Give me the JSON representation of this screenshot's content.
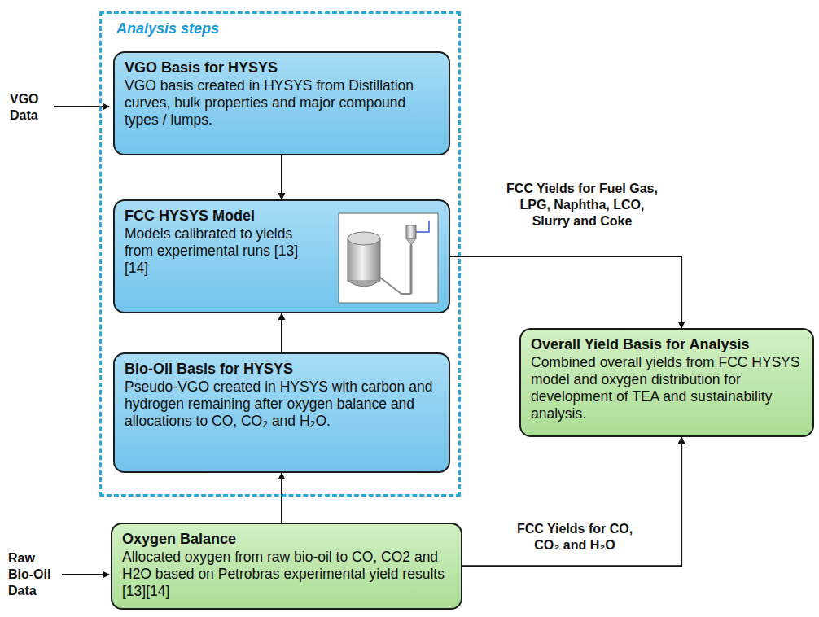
{
  "diagram": {
    "nodes": [
      {
        "text": [
          "Analysis steps"
        ]
      },
      {
        "text": [
          "VGO Basis for HYSYS",
          "VGO basis created in HYSYS from Distillation curves, bulk properties and major compound types / lumps."
        ],
        "in": 0
      },
      {
        "text": [
          "FCC HYSYS Model",
          "Models calibrated to yields from experimental runs [13][14]"
        ],
        "in": 0
      },
      {
        "text": [
          "Bio-Oil Basis for HYSYS",
          "Pseudo-VGO created in HYSYS with carbon and hydrogen remaining after oxygen balance and allocations to CO, CO₂ and H₂O."
        ],
        "in": 0
      },
      {
        "text": [
          "Oxygen Balance",
          "Allocated oxygen from raw bio-oil to CO, CO2 and H2O based on Petrobras experimental yield results [13][14]"
        ]
      },
      {
        "text": [
          "Overall Yield Basis for Analysis",
          "Combined overall yields from FCC HYSYS model and oxygen distribution for development of TEA and sustainability analysis."
        ]
      }
    ],
    "edges": [
      {
        "from": 1,
        "to": 2,
        "arrow": "to"
      },
      {
        "from": 3,
        "to": 2,
        "arrow": "to"
      },
      {
        "from": 4,
        "to": 3,
        "arrow": "to"
      },
      {
        "from": 2,
        "to": 5,
        "label": "FCC Yields for Fuel Gas, LPG, Naphtha, LCO, Slurry and Coke",
        "arrow": "to"
      },
      {
        "from": 4,
        "to": 5,
        "label": "FCC Yields for CO, CO₂ and H₂O",
        "arrow": "to"
      }
    ],
    "labels": [
      "VGO Data",
      "Raw Bio-Oil Data"
    ]
  }
}
